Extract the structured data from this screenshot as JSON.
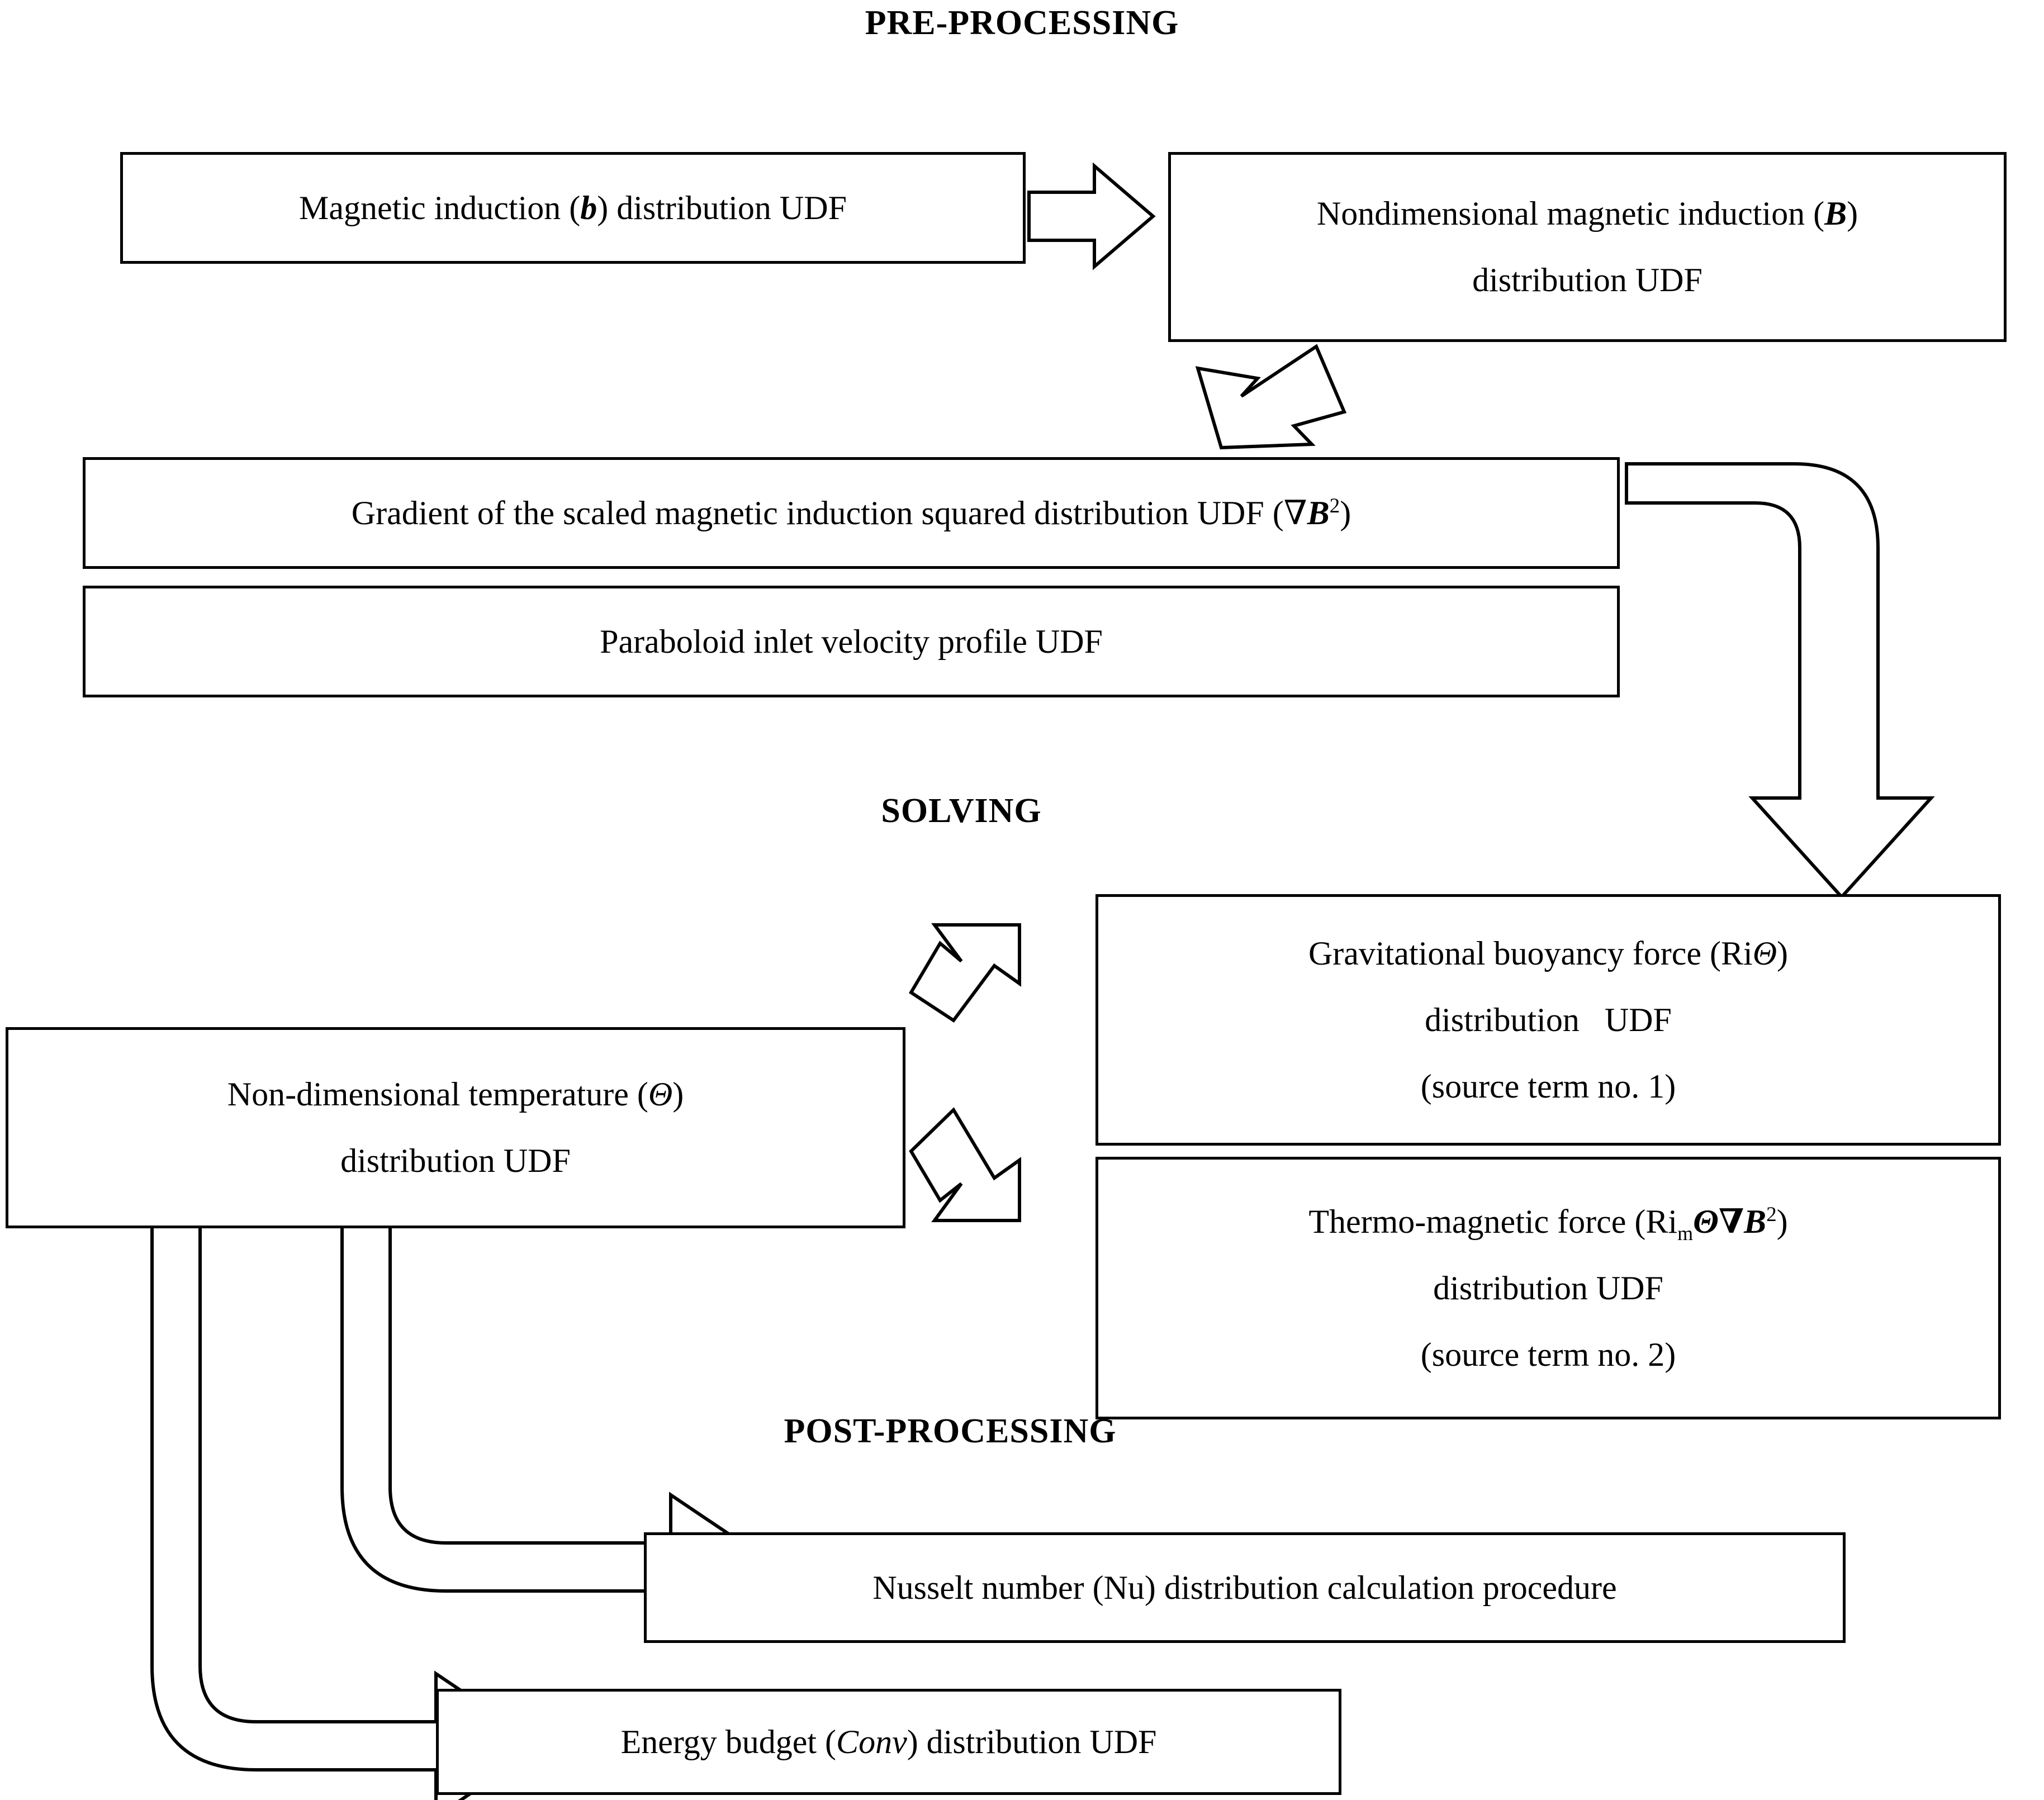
{
  "diagram": {
    "title_sections": [
      {
        "id": "pre-processing",
        "label": "PRE-PROCESSING"
      },
      {
        "id": "solving",
        "label": "SOLVING"
      },
      {
        "id": "post-processing",
        "label": "POST-PROCESSING"
      }
    ],
    "nodes": {
      "magnetic_induction": {
        "lines": [
          {
            "pre": "Magnetic induction (",
            "sym": "b",
            "sym_style": "bold-italic",
            "post": ") distribution UDF"
          }
        ]
      },
      "nondimensional_induction": {
        "lines": [
          {
            "pre": "Nondimensional magnetic induction (",
            "sym": "B",
            "sym_style": "bold-italic",
            "post": ")"
          },
          {
            "pre": "distribution UDF",
            "sym": "",
            "post": ""
          }
        ]
      },
      "gradient_scaled": {
        "lines": [
          {
            "pre": "Gradient of the scaled magnetic induction squared distribution UDF (∇",
            "sym": "B",
            "sym_style": "bold-italic",
            "sup": "2",
            "post": ")"
          }
        ]
      },
      "paraboloid_inlet": {
        "lines": [
          {
            "pre": "Paraboloid inlet velocity profile UDF",
            "sym": "",
            "post": ""
          }
        ]
      },
      "nondimensional_temperature": {
        "lines": [
          {
            "pre": "Non-dimensional temperature (",
            "sym": "Θ",
            "sym_style": "italic",
            "post": ")"
          },
          {
            "pre": "distribution UDF",
            "sym": "",
            "post": ""
          }
        ]
      },
      "gravitational_buoyancy": {
        "lines": [
          {
            "pre": "Gravitational buoyancy force (Ri",
            "sym": "Θ",
            "sym_style": "italic",
            "post": ")"
          },
          {
            "pre": "distribution   UDF",
            "sym": "",
            "post": ""
          },
          {
            "pre": "(source term no. 1)",
            "sym": "",
            "post": ""
          }
        ]
      },
      "thermo_magnetic": {
        "lines": [
          {
            "pre": "Thermo-magnetic force (Ri",
            "sub": "m",
            "sym": "Θ∇B",
            "sym_style": "italic-theta-bold-B",
            "sup": "2",
            "post": ")"
          },
          {
            "pre": "distribution UDF",
            "sym": "",
            "post": ""
          },
          {
            "pre": "(source term no. 2)",
            "sym": "",
            "post": ""
          }
        ]
      },
      "nusselt_number": {
        "lines": [
          {
            "pre": "Nusselt number (Nu) distribution calculation procedure",
            "sym": "",
            "post": ""
          }
        ]
      },
      "energy_budget": {
        "lines": [
          {
            "pre": "Energy budget (",
            "sym": "Conv",
            "sym_style": "italic",
            "post": ") distribution UDF"
          }
        ]
      }
    },
    "node_plain_labels": {
      "magnetic_induction": "Magnetic induction (b) distribution UDF",
      "nondimensional_induction": "Nondimensional magnetic induction (B) distribution UDF",
      "gradient_scaled": "Gradient of the scaled magnetic induction squared distribution UDF (∇B2)",
      "paraboloid_inlet": "Paraboloid inlet velocity profile UDF",
      "nondimensional_temperature": "Non-dimensional temperature (Θ) distribution UDF",
      "gravitational_buoyancy": "Gravitational buoyancy force (RiΘ) distribution UDF (source term no. 1)",
      "thermo_magnetic": "Thermo-magnetic force (RimΘ∇B2) distribution UDF (source term no. 2)",
      "nusselt_number": "Nusselt number (Nu) distribution calculation procedure",
      "energy_budget": "Energy budget (Conv) distribution UDF"
    },
    "arrows": [
      {
        "id": "arrow-mag-to-nondim",
        "direction": "right",
        "from": "magnetic_induction",
        "to": "nondimensional_induction"
      },
      {
        "id": "arrow-nondim-to-gradient",
        "direction": "up-left",
        "from": "gradient_scaled",
        "to": "nondimensional_induction"
      },
      {
        "id": "arrow-gradient-to-buoyancy",
        "direction": "elbow-right-down",
        "from": "gradient_scaled",
        "to": "gravitational_buoyancy"
      },
      {
        "id": "arrow-temp-to-buoyancy",
        "direction": "up-right",
        "from": "nondimensional_temperature",
        "to": "gravitational_buoyancy"
      },
      {
        "id": "arrow-temp-to-thermomag",
        "direction": "down-right",
        "from": "nondimensional_temperature",
        "to": "thermo_magnetic"
      },
      {
        "id": "arrow-temp-to-nusselt",
        "direction": "elbow-down-right",
        "from": "nondimensional_temperature",
        "to": "nusselt_number"
      },
      {
        "id": "arrow-temp-to-energy",
        "direction": "elbow-down-right",
        "from": "nondimensional_temperature",
        "to": "energy_budget"
      }
    ],
    "colors": {
      "stroke": "#000000",
      "fill": "#ffffff",
      "text": "#000000"
    }
  }
}
